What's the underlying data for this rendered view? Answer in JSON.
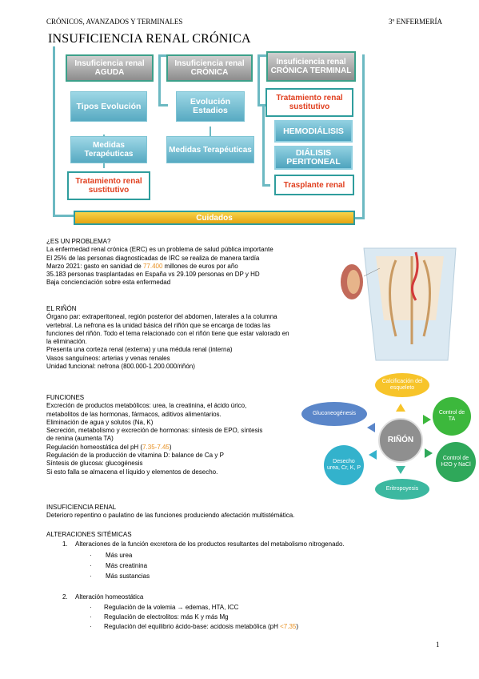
{
  "header": {
    "left": "CRÓNICOS, AVANZADOS Y TERMINALES",
    "right": "3º ENFERMERÍA"
  },
  "title": "INSUFICIENCIA RENAL CRÓNICA",
  "diagram": {
    "aguda": "Insuficiencia renal AGUDA",
    "cronica": "Insuficiencia renal CRÓNICA",
    "terminal": "Insuficiencia renal CRÓNICA TERMINAL",
    "tipos": "Tipos Evolución",
    "evolucion": "Evolución Estadios",
    "medidas1": "Medidas Terapéuticas",
    "medidas2": "Medidas Terapéuticas",
    "trat1": "Tratamiento renal sustitutivo",
    "trat2": "Tratamiento renal sustitutivo",
    "hemo": "HEMODIÁLISIS",
    "dialisis": "DIÁLISIS PERITONEAL",
    "trasplante": "Trasplante renal",
    "cuidados": "Cuidados"
  },
  "problema": {
    "heading": "¿ES UN PROBLEMA?",
    "l1": "La enfermedad renal crónica (ERC) es un problema de salud pública importante",
    "l2": "El 25% de las personas diagnosticadas de IRC se realiza de manera tardía",
    "l3a": "Marzo 2021: gasto en sanidad de ",
    "l3b": "77.400",
    "l3c": " millones de euros por año",
    "l4": "35.183 personas trasplantadas en España vs 29.109 personas en DP y HD",
    "l5": "Baja concienciación sobre esta enfermedad"
  },
  "rinon": {
    "heading": "EL RIÑÓN",
    "l1": "Órgano par: extraperitoneal, región posterior del abdomen, laterales a la columna",
    "l2": "vertebral. La nefrona es la unidad básica del riñón que se encarga de todas las",
    "l3": "funciones del riñón. Todo el tema relacionado con el riñón tiene que estar valorado en",
    "l4": "la eliminación.",
    "l5": "Presenta una corteza renal (externa) y una médula renal (interna)",
    "l6": "Vasos sanguíneos: arterias y venas renales",
    "l7": "Unidad funcional: nefrona (800.000-1.200.000/riñón)"
  },
  "funciones": {
    "heading": "FUNCIONES",
    "l1": "Excreción de productos metabólicos: urea, la creatinina, el ácido úrico,",
    "l2": "metabolitos de las hormonas, fármacos, aditivos alimentarios.",
    "l3": "Eliminación de agua y solutos (Na, K)",
    "l4": "Secreción, metabolismo y excreción de hormonas: síntesis de EPO, síntesis",
    "l5": "de renina (aumenta TA)",
    "l6a": "Regulación homeostática del pH (",
    "l6b": "7.35-7.45",
    "l6c": ")",
    "l7": "Regulación de la producción de vitamina D: balance de Ca y P",
    "l8": "Síntesis de glucosa: glucogénesis",
    "l9": "Si esto falla se almacena el líquido y elementos de desecho."
  },
  "circles": {
    "center": "RIÑÓN",
    "top": "Calcificación del esqueleto",
    "left": "Gluconeogénesis",
    "right_top": "Control de TA",
    "right_bottom": "Control de H2O y NaCl",
    "left_bottom": "Desecho urea, Cr, K, P",
    "bottom": "Eritropoyesis"
  },
  "insuficiencia": {
    "heading": "INSUFICIENCIA RENAL",
    "l1": "Deterioro repentino o paulatino de las funciones produciendo afectación multistémática."
  },
  "alteraciones": {
    "heading": "ALTERACIONES SITÉMICAS",
    "i1": "1.",
    "i1text": "Alteraciones de la función excretora de los productos resultantes del metabolismo nitrogenado.",
    "b1": "Más urea",
    "b2": "Más creatinina",
    "b3": "Más sustancias",
    "i2": "2.",
    "i2text": "Alteración homeostática",
    "c1a": "Regulación de la volemia ",
    "c1arrow": "→",
    "c1b": " edemas, HTA, ICC",
    "c2": "Regulación de electrolitos: más K y más Mg",
    "c3a": "Regulación del equilibrio ácido-base: acidosis metabólica (pH ",
    "c3b": "<7.35",
    "c3c": ")",
    "bullet": "·"
  },
  "page_number": "1"
}
